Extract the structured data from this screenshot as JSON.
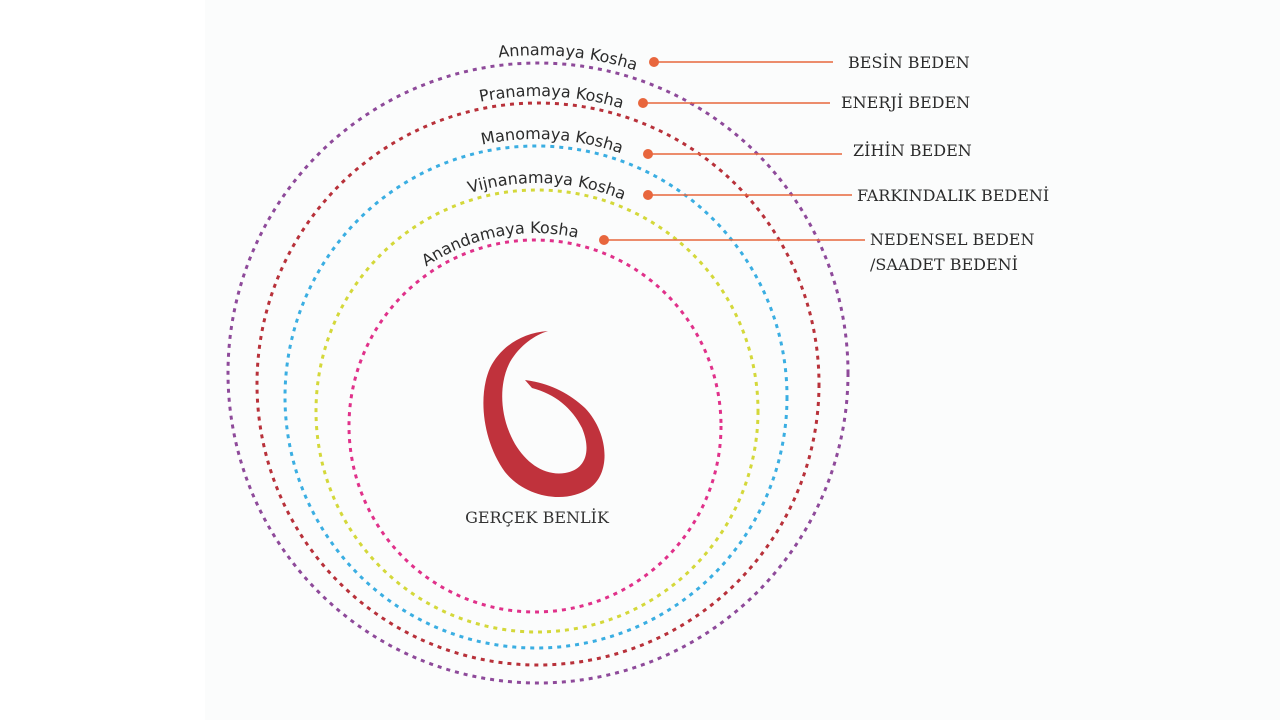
{
  "layers": [
    {
      "kosha": "Annamaya Kosha",
      "body": [
        "BESİN BEDEN"
      ],
      "color": "#8e4a9a"
    },
    {
      "kosha": "Pranamaya Kosha",
      "body": [
        "ENERJİ BEDEN"
      ],
      "color": "#b8313a"
    },
    {
      "kosha": "Manomaya Kosha",
      "body": [
        "ZİHİN BEDEN"
      ],
      "color": "#3aaee2"
    },
    {
      "kosha": "Vijnanamaya Kosha",
      "body": [
        "FARKINDALIK BEDENİ"
      ],
      "color": "#d4d83a"
    },
    {
      "kosha": "Anandamaya Kosha",
      "body": [
        "NEDENSEL BEDEN",
        "/SAADET BEDENİ"
      ],
      "color": "#e0318a"
    }
  ],
  "center": {
    "label": "GERÇEK BENLİK",
    "logo_color": "#c0323c"
  },
  "accent": "#e8663d"
}
